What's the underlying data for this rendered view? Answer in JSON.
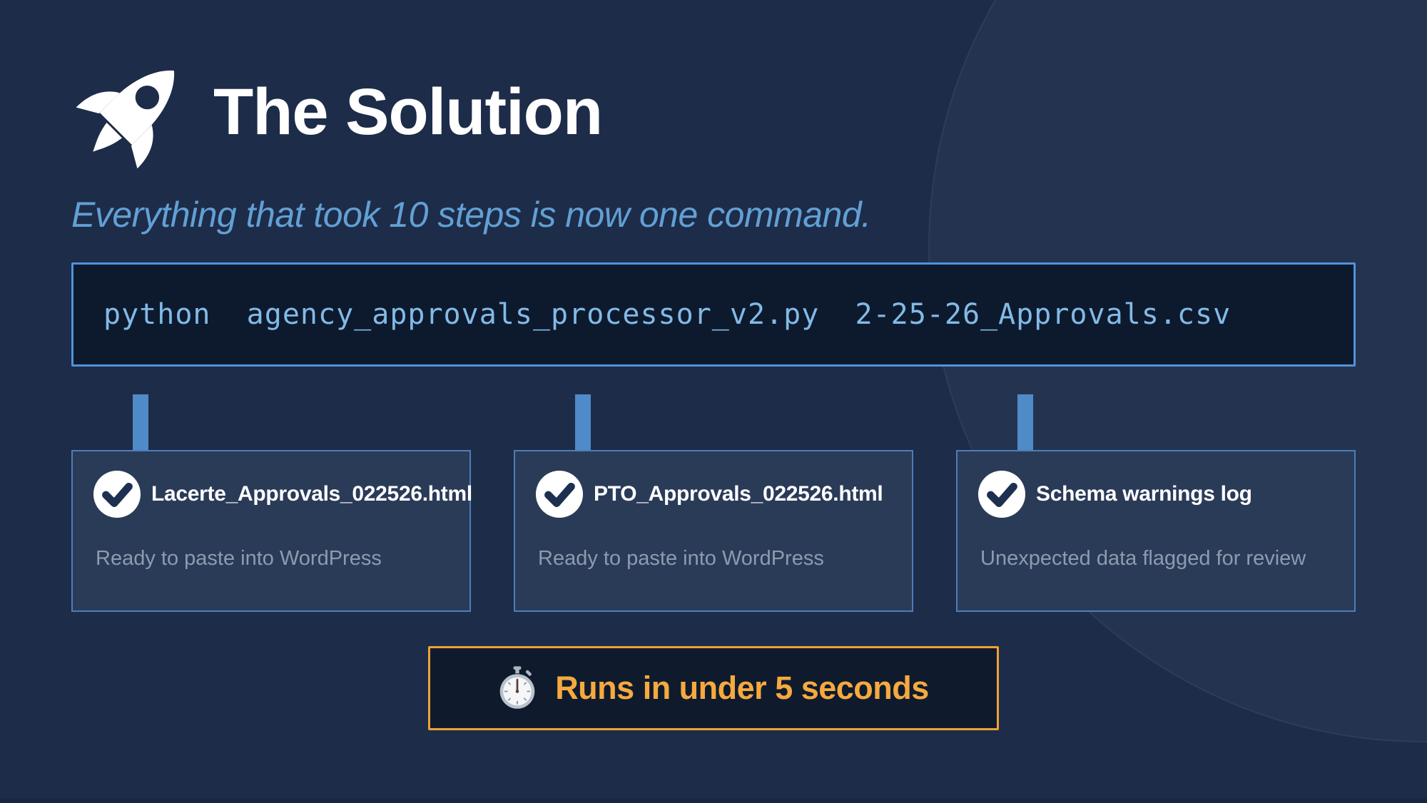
{
  "header": {
    "title": "The Solution",
    "subtitle": "Everything that took 10 steps is now one command."
  },
  "command": {
    "text": "python  agency_approvals_processor_v2.py  2-25-26_Approvals.csv"
  },
  "outputs": [
    {
      "title": "Lacerte_Approvals_022526.html",
      "description": "Ready to paste into WordPress"
    },
    {
      "title": "PTO_Approvals_022526.html",
      "description": "Ready to paste into WordPress"
    },
    {
      "title": "Schema warnings log",
      "description": "Unexpected data flagged for review"
    }
  ],
  "badge": {
    "icon": "stopwatch-icon",
    "text": "Runs in under 5 seconds"
  },
  "colors": {
    "background": "#1d2c49",
    "background_circle": "#243450",
    "card_background": "#2a3b58",
    "card_border": "#4d7db9",
    "command_background": "#0d1a2e",
    "command_border": "#4f93dc",
    "command_text": "#83bae6",
    "connector": "#4f8ac9",
    "subtitle_text": "#62a0d4",
    "title_text": "#ffffff",
    "card_description_text": "#8d9bb0",
    "badge_border": "#eea235",
    "badge_text": "#f5a93f",
    "check_circle": "#ffffff",
    "check_mark": "#1e3050"
  }
}
